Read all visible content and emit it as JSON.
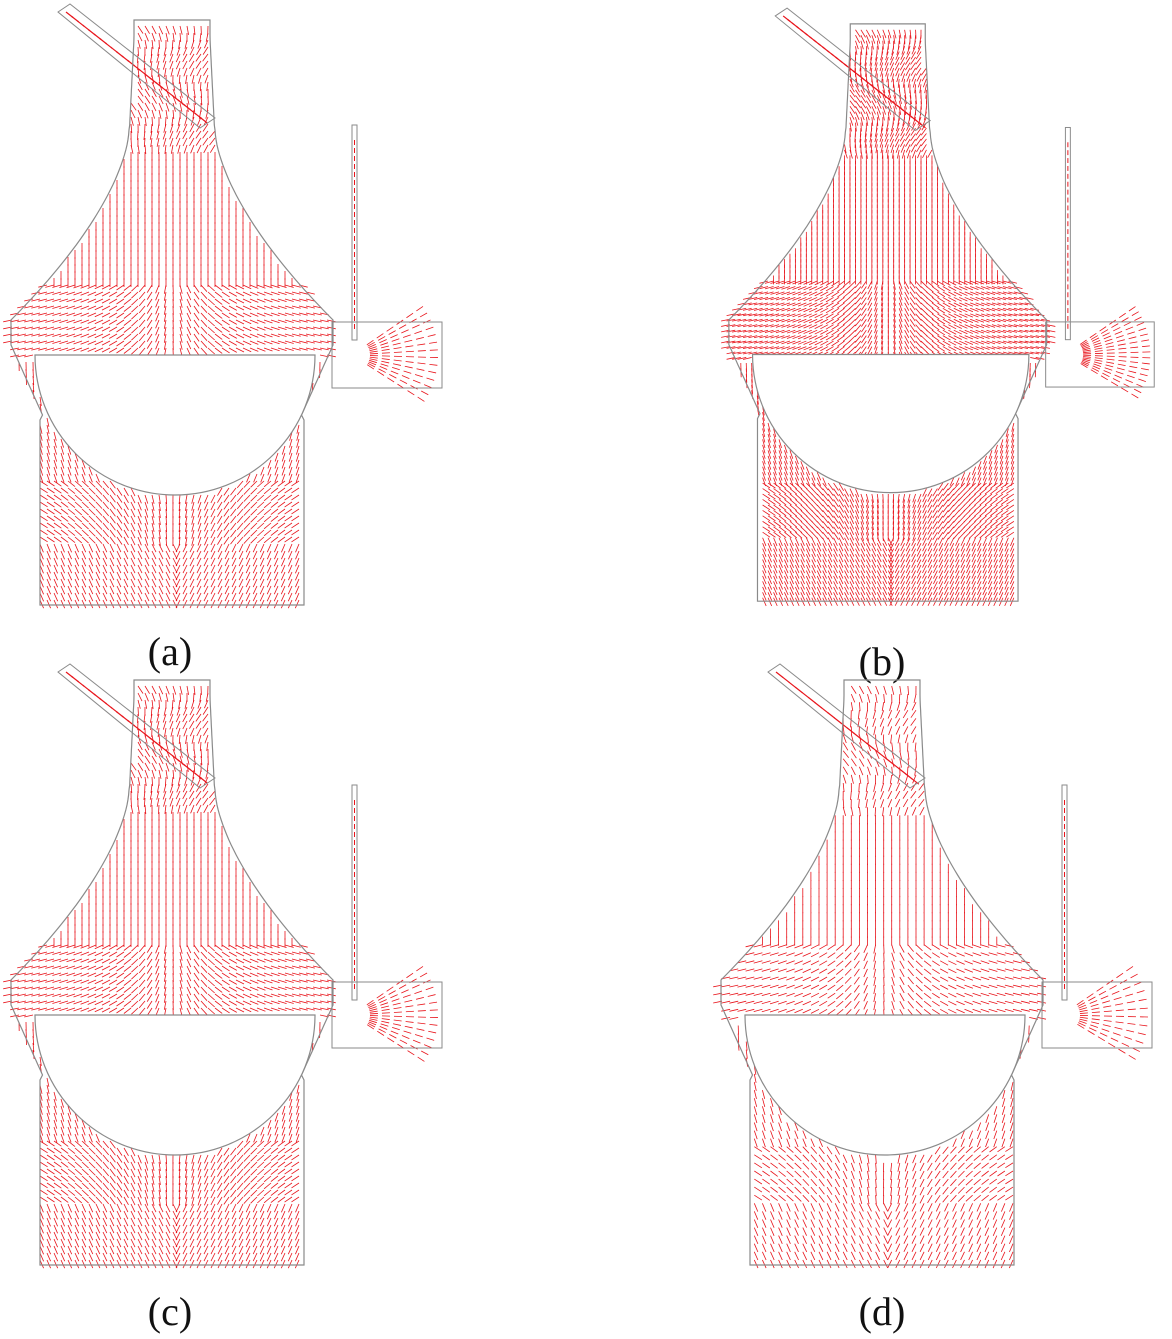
{
  "figure": {
    "panels": [
      {
        "id": "a",
        "label": "(a)",
        "arrow_density": 1.0,
        "arrow_color": "#e8141b"
      },
      {
        "id": "b",
        "label": "(b)",
        "arrow_density": 1.6,
        "arrow_color": "#e8141b"
      },
      {
        "id": "c",
        "label": "(c)",
        "arrow_density": 1.0,
        "arrow_color": "#e8141b"
      },
      {
        "id": "d",
        "label": "(d)",
        "arrow_density": 0.75,
        "arrow_color": "#e8141b"
      }
    ],
    "outline_color": "#8a8a8a",
    "background": "#ffffff"
  }
}
